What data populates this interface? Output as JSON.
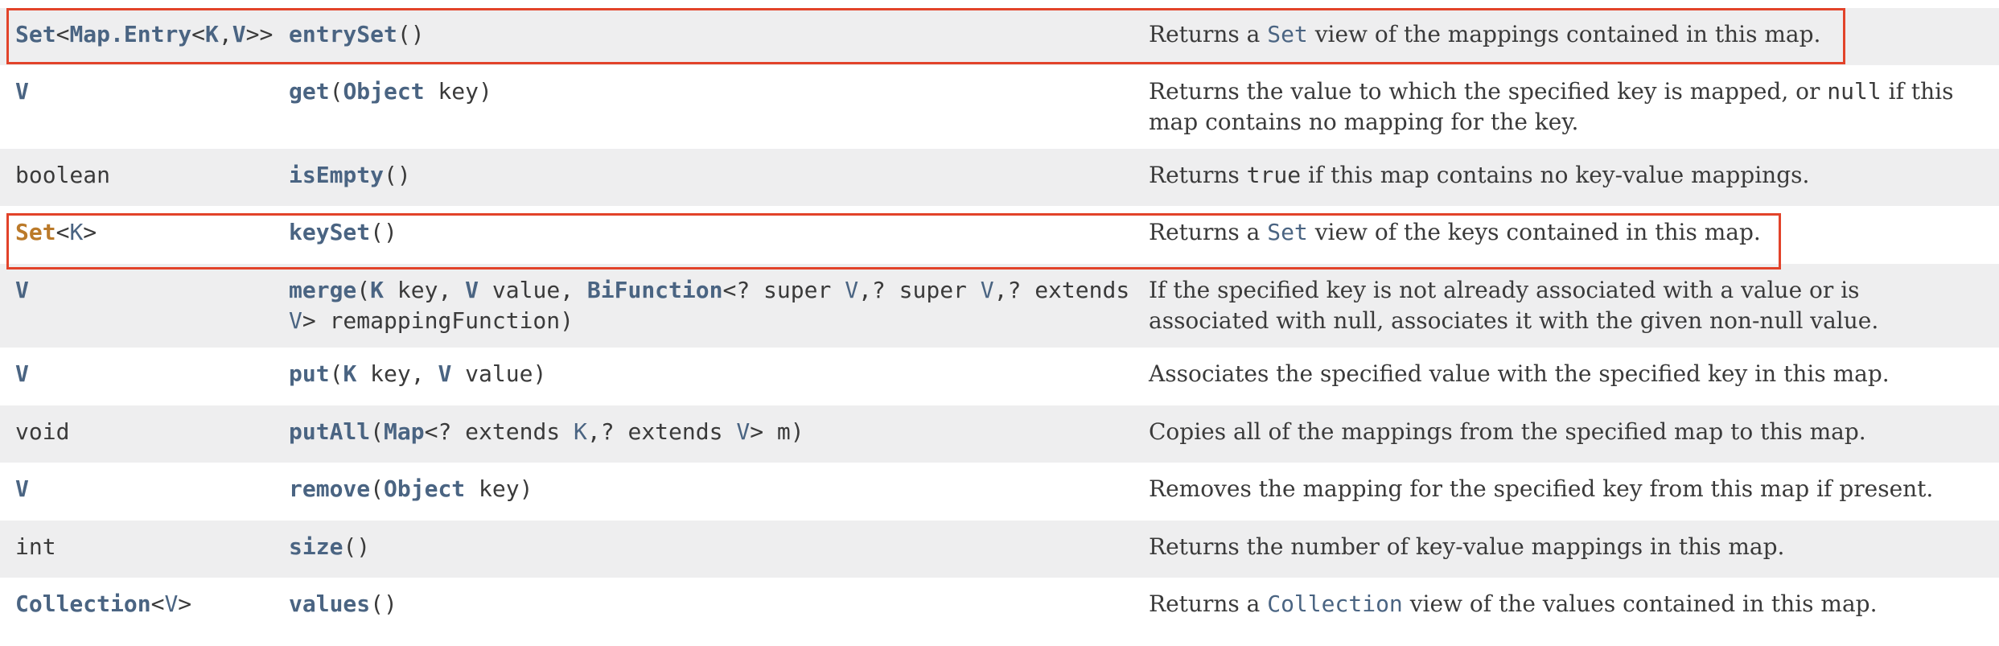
{
  "rows": [
    {
      "modifier": [
        {
          "text": "Set",
          "style": "type"
        },
        {
          "text": "<",
          "style": "plain"
        },
        {
          "text": "Map.Entry",
          "style": "type"
        },
        {
          "text": "<",
          "style": "plain"
        },
        {
          "text": "K",
          "style": "type"
        },
        {
          "text": ",",
          "style": "plain"
        },
        {
          "text": "V",
          "style": "type"
        },
        {
          "text": ">>",
          "style": "plain"
        }
      ],
      "method": [
        {
          "text": "entrySet",
          "style": "method"
        },
        {
          "text": "()",
          "style": "plain"
        }
      ],
      "description": [
        {
          "text": "Returns a ",
          "style": "plain"
        },
        {
          "text": "Set",
          "style": "code-link"
        },
        {
          "text": " view of the mappings contained in this map.",
          "style": "plain"
        }
      ]
    },
    {
      "modifier": [
        {
          "text": "V",
          "style": "type"
        }
      ],
      "method": [
        {
          "text": "get",
          "style": "method"
        },
        {
          "text": "(",
          "style": "plain"
        },
        {
          "text": "Object",
          "style": "type"
        },
        {
          "text": " key)",
          "style": "plain"
        }
      ],
      "description": [
        {
          "text": "Returns the value to which the specified key is mapped, or ",
          "style": "plain"
        },
        {
          "text": "null",
          "style": "code"
        },
        {
          "text": " if this map contains no mapping for the key.",
          "style": "plain"
        }
      ]
    },
    {
      "modifier": [
        {
          "text": "boolean",
          "style": "plain"
        }
      ],
      "method": [
        {
          "text": "isEmpty",
          "style": "method"
        },
        {
          "text": "()",
          "style": "plain"
        }
      ],
      "description": [
        {
          "text": "Returns ",
          "style": "plain"
        },
        {
          "text": "true",
          "style": "code"
        },
        {
          "text": " if this map contains no key-value mappings.",
          "style": "plain"
        }
      ]
    },
    {
      "modifier": [
        {
          "text": "Set",
          "style": "type-highlight"
        },
        {
          "text": "<",
          "style": "plain"
        },
        {
          "text": "K",
          "style": "type-plain"
        },
        {
          "text": ">",
          "style": "plain"
        }
      ],
      "method": [
        {
          "text": "keySet",
          "style": "method"
        },
        {
          "text": "()",
          "style": "plain"
        }
      ],
      "description": [
        {
          "text": "Returns a ",
          "style": "plain"
        },
        {
          "text": "Set",
          "style": "code-link"
        },
        {
          "text": " view of the keys contained in this map.",
          "style": "plain"
        }
      ]
    },
    {
      "modifier": [
        {
          "text": "V",
          "style": "type"
        }
      ],
      "method": [
        {
          "text": "merge",
          "style": "method"
        },
        {
          "text": "(",
          "style": "plain"
        },
        {
          "text": "K",
          "style": "type"
        },
        {
          "text": " key, ",
          "style": "plain"
        },
        {
          "text": "V",
          "style": "type"
        },
        {
          "text": " value, ",
          "style": "plain"
        },
        {
          "text": "BiFunction",
          "style": "type"
        },
        {
          "text": "<? super ",
          "style": "plain"
        },
        {
          "text": "V",
          "style": "type-plain"
        },
        {
          "text": ",? super ",
          "style": "plain"
        },
        {
          "text": "V",
          "style": "type-plain"
        },
        {
          "text": ",? extends ",
          "style": "plain"
        },
        {
          "text": "V",
          "style": "type-plain"
        },
        {
          "text": "> remappingFunction)",
          "style": "plain"
        }
      ],
      "description": [
        {
          "text": "If the specified key is not already associated with a value or is associated with null, associates it with the given non-null value.",
          "style": "plain"
        }
      ]
    },
    {
      "modifier": [
        {
          "text": "V",
          "style": "type"
        }
      ],
      "method": [
        {
          "text": "put",
          "style": "method"
        },
        {
          "text": "(",
          "style": "plain"
        },
        {
          "text": "K",
          "style": "type"
        },
        {
          "text": " key, ",
          "style": "plain"
        },
        {
          "text": "V",
          "style": "type"
        },
        {
          "text": " value)",
          "style": "plain"
        }
      ],
      "description": [
        {
          "text": "Associates the specified value with the specified key in this map.",
          "style": "plain"
        }
      ]
    },
    {
      "modifier": [
        {
          "text": "void",
          "style": "plain"
        }
      ],
      "method": [
        {
          "text": "putAll",
          "style": "method"
        },
        {
          "text": "(",
          "style": "plain"
        },
        {
          "text": "Map",
          "style": "type"
        },
        {
          "text": "<? extends ",
          "style": "plain"
        },
        {
          "text": "K",
          "style": "type-plain"
        },
        {
          "text": ",? extends ",
          "style": "plain"
        },
        {
          "text": "V",
          "style": "type-plain"
        },
        {
          "text": "> m)",
          "style": "plain"
        }
      ],
      "description": [
        {
          "text": "Copies all of the mappings from the specified map to this map.",
          "style": "plain"
        }
      ]
    },
    {
      "modifier": [
        {
          "text": "V",
          "style": "type"
        }
      ],
      "method": [
        {
          "text": "remove",
          "style": "method"
        },
        {
          "text": "(",
          "style": "plain"
        },
        {
          "text": "Object",
          "style": "type"
        },
        {
          "text": " key)",
          "style": "plain"
        }
      ],
      "description": [
        {
          "text": "Removes the mapping for the specified key from this map if present.",
          "style": "plain"
        }
      ]
    },
    {
      "modifier": [
        {
          "text": "int",
          "style": "plain"
        }
      ],
      "method": [
        {
          "text": "size",
          "style": "method"
        },
        {
          "text": "()",
          "style": "plain"
        }
      ],
      "description": [
        {
          "text": "Returns the number of key-value mappings in this map.",
          "style": "plain"
        }
      ]
    },
    {
      "modifier": [
        {
          "text": "Collection",
          "style": "type"
        },
        {
          "text": "<",
          "style": "plain"
        },
        {
          "text": "V",
          "style": "type-plain"
        },
        {
          "text": ">",
          "style": "plain"
        }
      ],
      "method": [
        {
          "text": "values",
          "style": "method"
        },
        {
          "text": "()",
          "style": "plain"
        }
      ],
      "description": [
        {
          "text": "Returns a ",
          "style": "plain"
        },
        {
          "text": "Collection",
          "style": "code-link"
        },
        {
          "text": " view of the values contained in this map.",
          "style": "plain"
        }
      ]
    }
  ],
  "colors": {
    "link": "#4a6482",
    "text": "#3a3a3a",
    "highlight_text": "#bb7a2a",
    "row_alt_bg": "#eeeeef",
    "annotation_border": "#e2432a"
  }
}
